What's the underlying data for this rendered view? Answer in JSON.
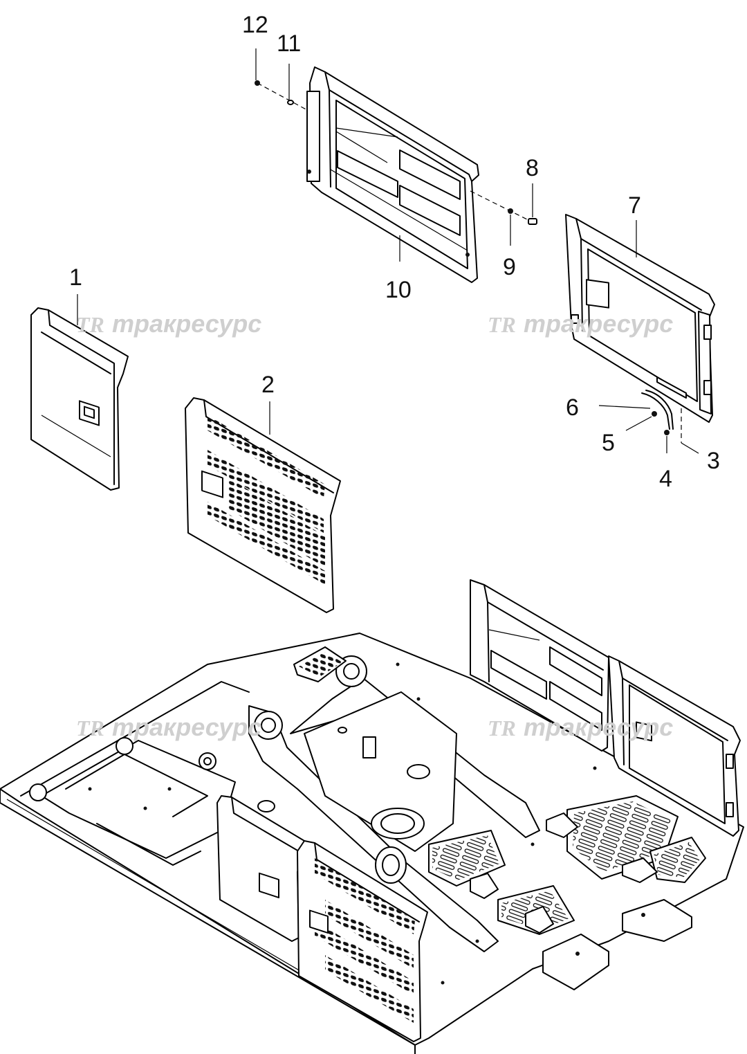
{
  "callouts": [
    "1",
    "2",
    "3",
    "4",
    "5",
    "6",
    "7",
    "8",
    "9",
    "10",
    "11",
    "12"
  ],
  "watermark": {
    "logo": "TR",
    "text": "тракресурс"
  },
  "colors": {
    "line": "#000000",
    "watermark": "#cfcfcf",
    "background": "#ffffff"
  }
}
